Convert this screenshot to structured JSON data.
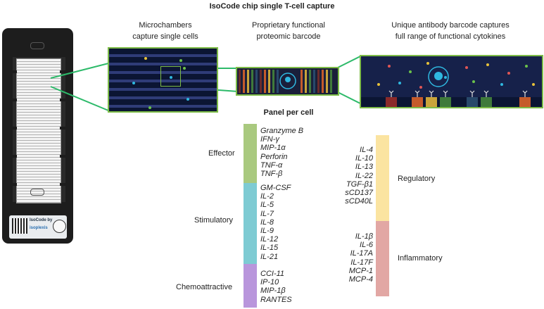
{
  "title": "IsoCode chip single T-cell capture",
  "captions": {
    "microchambers": [
      "Microchambers",
      "capture single cells"
    ],
    "barcode": [
      "Proprietary functional",
      "proteomic barcode"
    ],
    "antibody": [
      "Unique antibody barcode captures",
      "full range of functional cytokines"
    ]
  },
  "chip_label": {
    "brand_line1": "IsoCode by",
    "brand_line2": "isoplexis"
  },
  "panel": {
    "title": "Panel per cell",
    "groups": [
      {
        "name": "Effector",
        "color": "#a9c97f",
        "items": [
          "Granzyme B",
          "IFN-γ",
          "MIP-1α",
          "Perforin",
          "TNF-α",
          "TNF-β"
        ]
      },
      {
        "name": "Stimulatory",
        "color": "#7ecbd3",
        "items": [
          "GM-CSF",
          "IL-2",
          "IL-5",
          "IL-7",
          "IL-8",
          "IL-9",
          "IL-12",
          "IL-15",
          "IL-21"
        ]
      },
      {
        "name": "Chemoattractive",
        "color": "#b996dc",
        "items": [
          "CCI-11",
          "IP-10",
          "MIP-1β",
          "RANTES"
        ]
      },
      {
        "name": "Regulatory",
        "color": "#fbe4a1",
        "items": [
          "IL-4",
          "IL-10",
          "IL-13",
          "IL-22",
          "TGF-β1",
          "sCD137",
          "sCD40L"
        ]
      },
      {
        "name": "Inflammatory",
        "color": "#e2a7a4",
        "items": [
          "IL-1β",
          "IL-6",
          "IL-17A",
          "IL-17F",
          "MCP-1",
          "MCP-4"
        ]
      }
    ]
  },
  "colors": {
    "accent_green": "#7dbb47",
    "panel_dark": "#0b1533",
    "highlight_cyan": "#2fb8e0"
  }
}
